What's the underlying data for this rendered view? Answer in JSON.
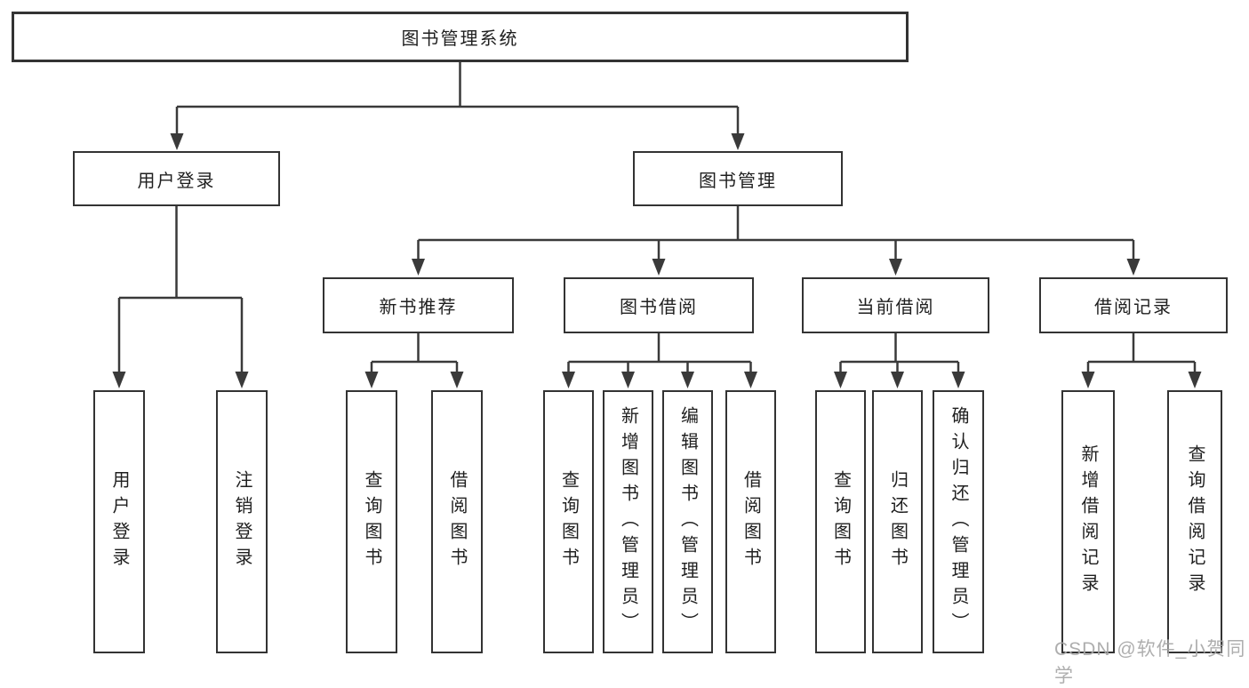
{
  "diagram": {
    "root": {
      "label": "图书管理系统"
    },
    "level2": {
      "user_login": {
        "label": "用户登录"
      },
      "book_management": {
        "label": "图书管理"
      }
    },
    "level3": {
      "new_book_recommend": {
        "label": "新书推荐"
      },
      "book_borrowing": {
        "label": "图书借阅"
      },
      "current_borrowing": {
        "label": "当前借阅"
      },
      "borrowing_records": {
        "label": "借阅记录"
      }
    },
    "leaves": {
      "user_login": {
        "label": "用户登录"
      },
      "logout": {
        "label": "注销登录"
      },
      "query_books_recommend": {
        "label": "查询图书"
      },
      "borrow_books_recommend": {
        "label": "借阅图书"
      },
      "query_books_borrowing": {
        "label": "查询图书"
      },
      "add_books_admin": {
        "label": "新增图书（管理员）"
      },
      "edit_books_admin": {
        "label": "编辑图书（管理员）"
      },
      "borrow_books_borrowing": {
        "label": "借阅图书"
      },
      "query_books_current": {
        "label": "查询图书"
      },
      "return_books": {
        "label": "归还图书"
      },
      "confirm_return_admin": {
        "label": "确认归还（管理员）"
      },
      "add_borrowing_record": {
        "label": "新增借阅记录"
      },
      "query_borrowing_record": {
        "label": "查询借阅记录"
      }
    }
  },
  "watermark": {
    "text": "CSDN @软件_小贺同学"
  },
  "colors": {
    "line": "#3a3a3a",
    "box_border": "#333333",
    "text": "#1f1f1f",
    "watermark": "#a8a8a8",
    "background": "#ffffff"
  }
}
